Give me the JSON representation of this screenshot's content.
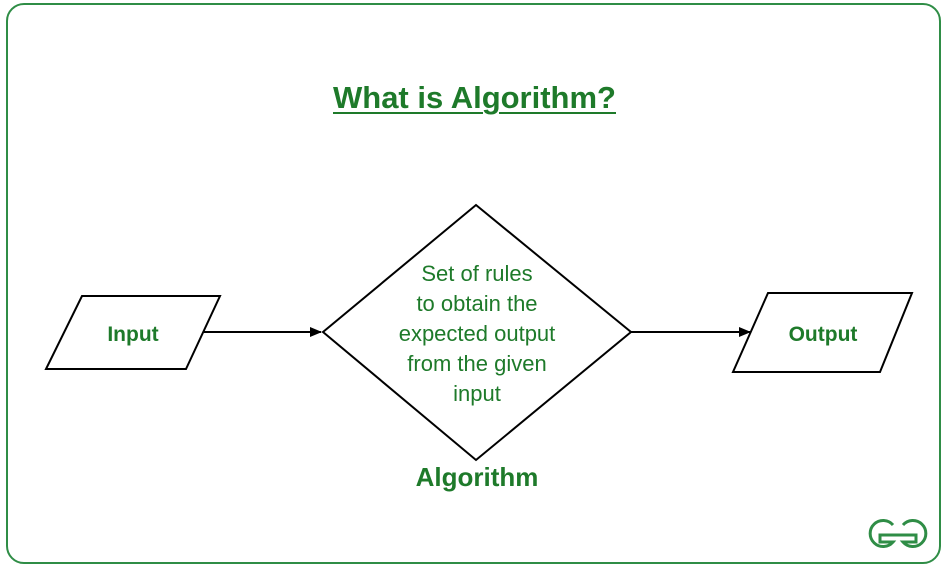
{
  "title": "What is Algorithm?",
  "nodes": {
    "input": "Input",
    "output": "Output",
    "algorithm_lines": [
      "Set of rules",
      "to obtain the",
      "expected output",
      "from the given",
      "input"
    ],
    "algorithm_caption": "Algorithm"
  },
  "logo": "GG",
  "colors": {
    "accent": "#1e7a2a",
    "border": "#2f8d46",
    "stroke": "#000000"
  }
}
